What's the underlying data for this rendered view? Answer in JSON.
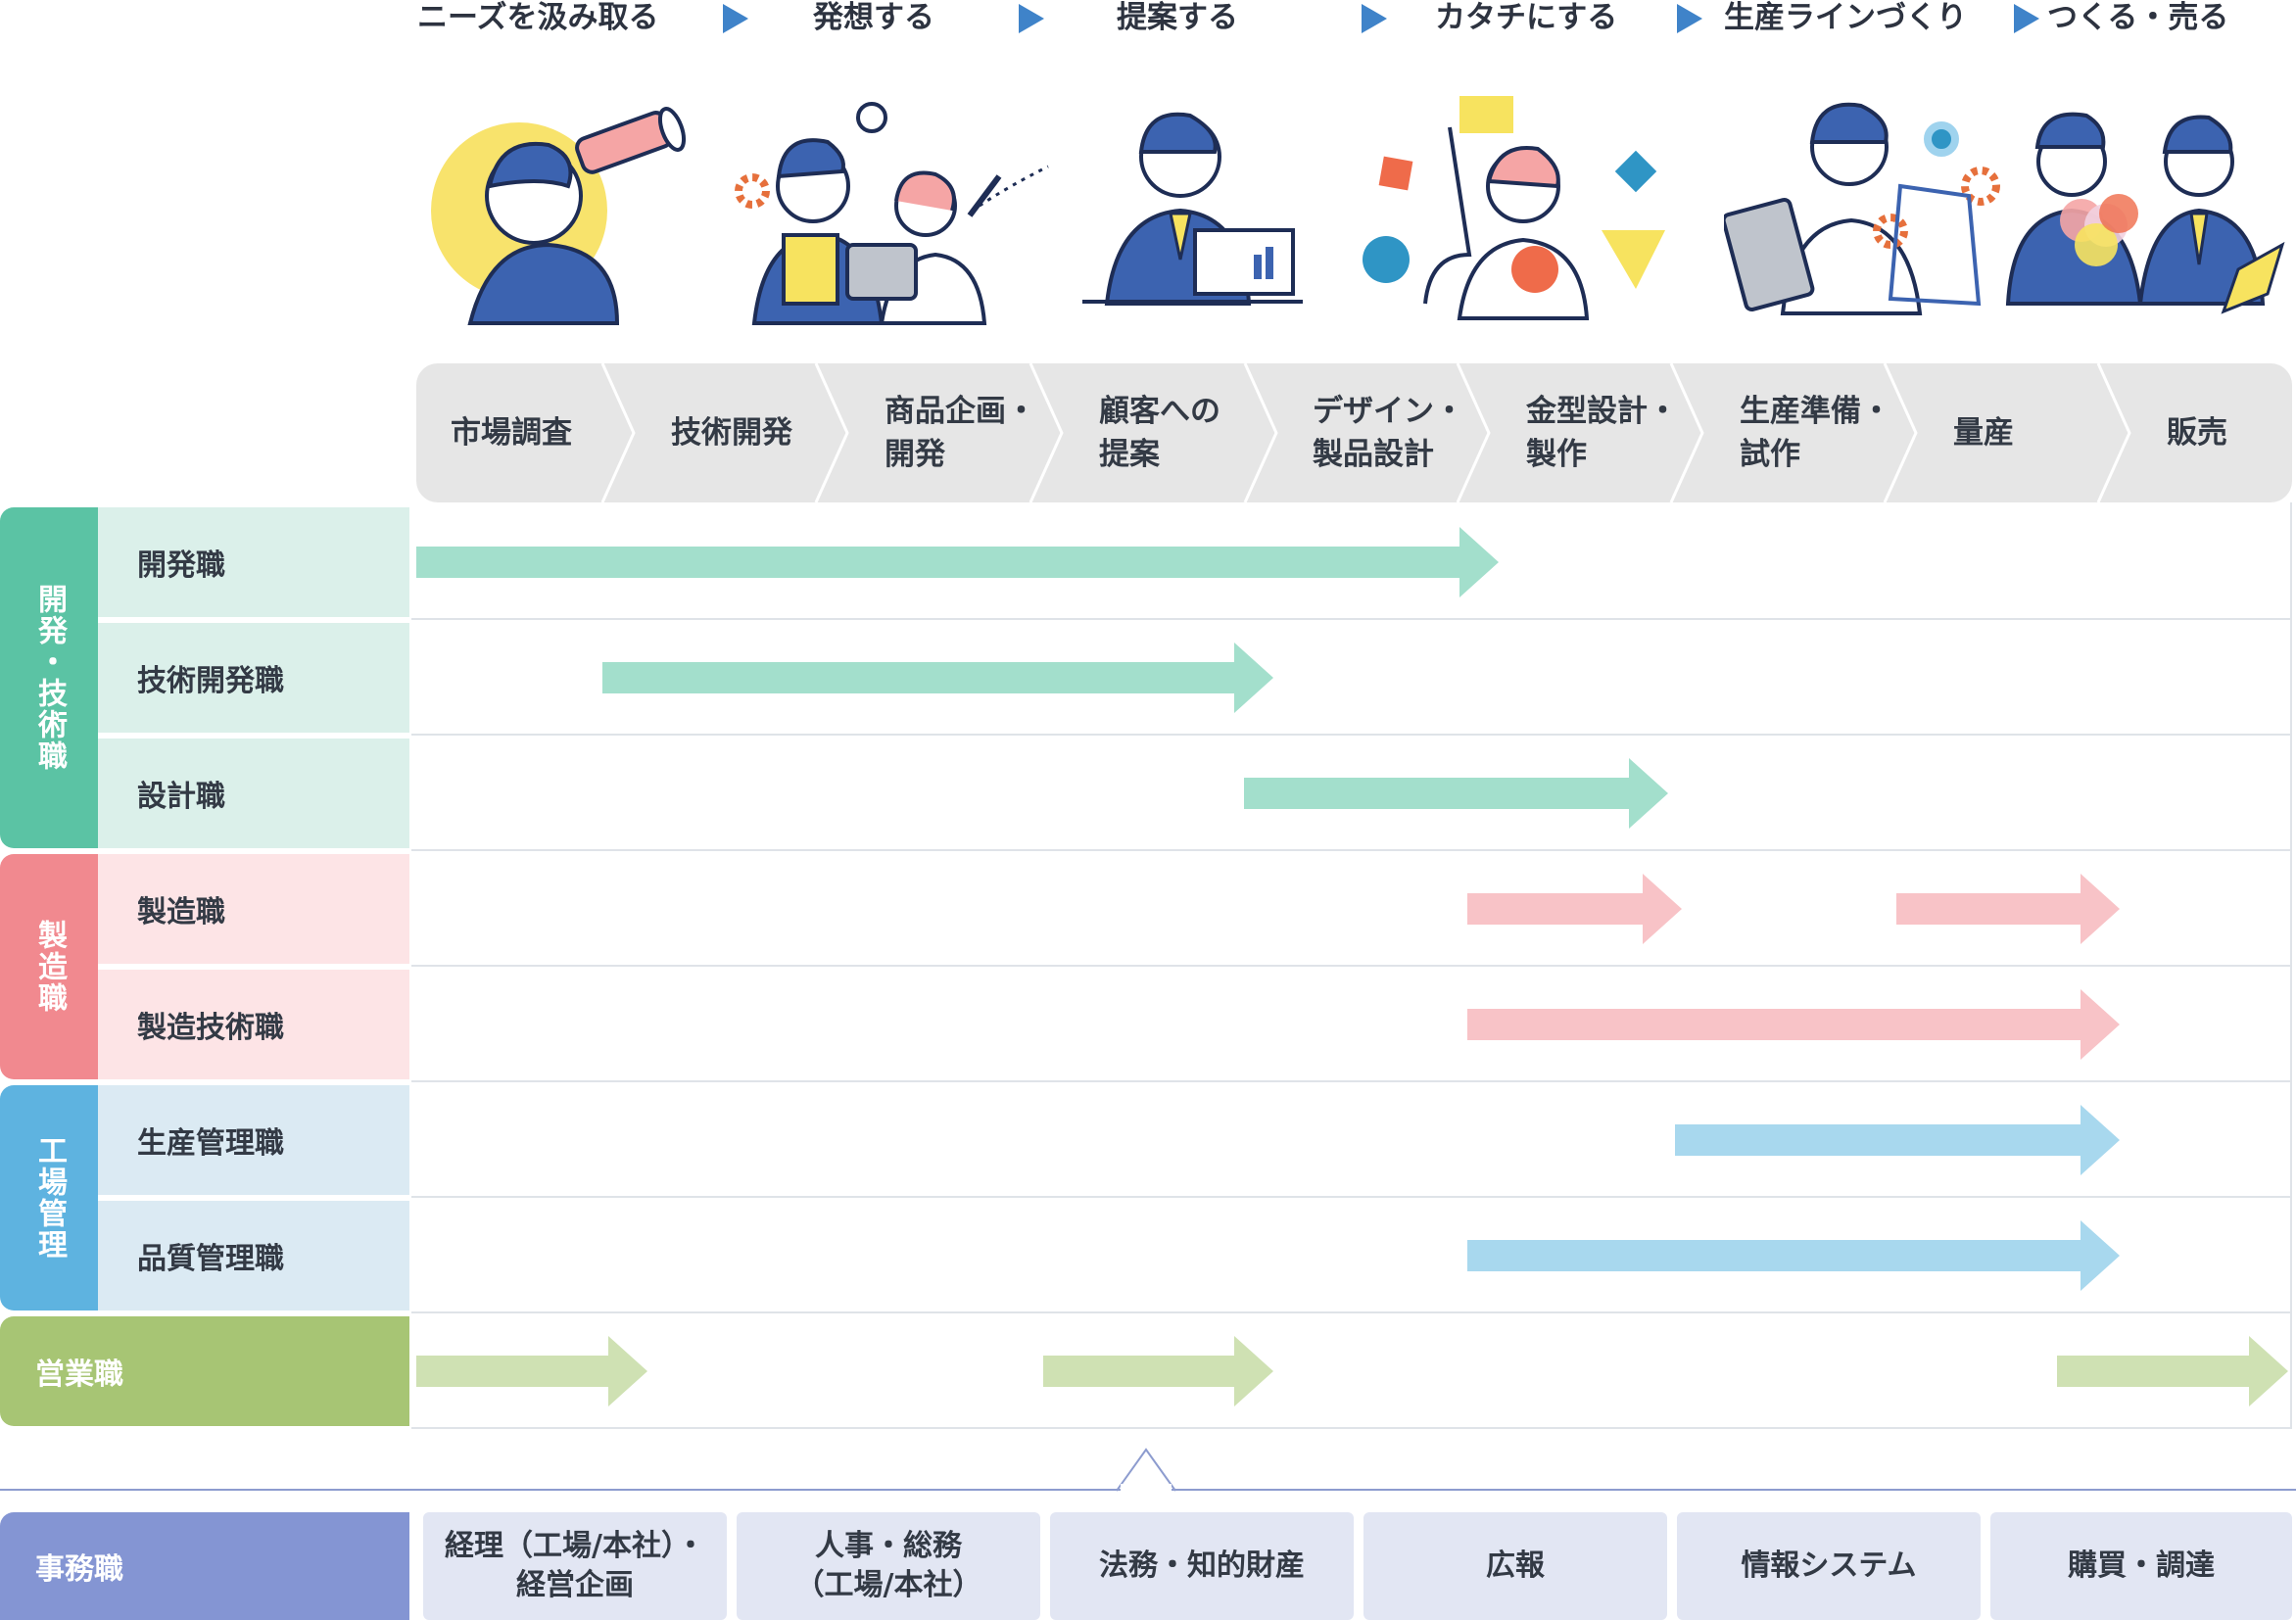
{
  "phases": [
    "ニーズを汲み取る",
    "発想する",
    "提案する",
    "カタチにする",
    "生産ラインづくり",
    "つくる・売る"
  ],
  "steps": [
    "市場調査",
    "技術開発",
    "商品企画・\n開発",
    "顧客への\n提案",
    "デザイン・\n製品設計",
    "金型設計・\n製作",
    "生産準備・\n試作",
    "量産",
    "販売"
  ],
  "categories": [
    {
      "name": "開発・技術職",
      "color": "#5bc3a4",
      "jobs": [
        "開発職",
        "技術開発職",
        "設計職"
      ]
    },
    {
      "name": "製造職",
      "color": "#f1898f",
      "jobs": [
        "製造職",
        "製造技術職"
      ]
    },
    {
      "name": "工場管理",
      "color": "#5eb3e0",
      "jobs": [
        "生産管理職",
        "品質管理職"
      ]
    }
  ],
  "sales": {
    "name": "営業職",
    "color": "#a7c574"
  },
  "office": {
    "name": "事務職",
    "color": "#8495d3",
    "items": [
      "経理（工場/本社）・\n経営企画",
      "人事・総務\n（工場/本社）",
      "法務・知的財産",
      "広報",
      "情報システム",
      "購買・調達"
    ]
  },
  "colors": {
    "dev_row": "#dbf0ea",
    "mfg_row": "#fde4e6",
    "mgmt_row": "#dbeaf3",
    "dev_arrow": "#a3dfcc",
    "mfg_arrow": "#f8c3c7",
    "mgmt_arrow": "#a8d8ee",
    "sales_arrow": "#cfe1b3",
    "step_bg": "#e6e6e6",
    "phase_marker": "#3f83c9"
  },
  "icons": [
    "telescope-person",
    "ideas-team",
    "presenter-laptop",
    "shapes-designer",
    "engineer-laptop-gears",
    "factory-sales-duo"
  ]
}
